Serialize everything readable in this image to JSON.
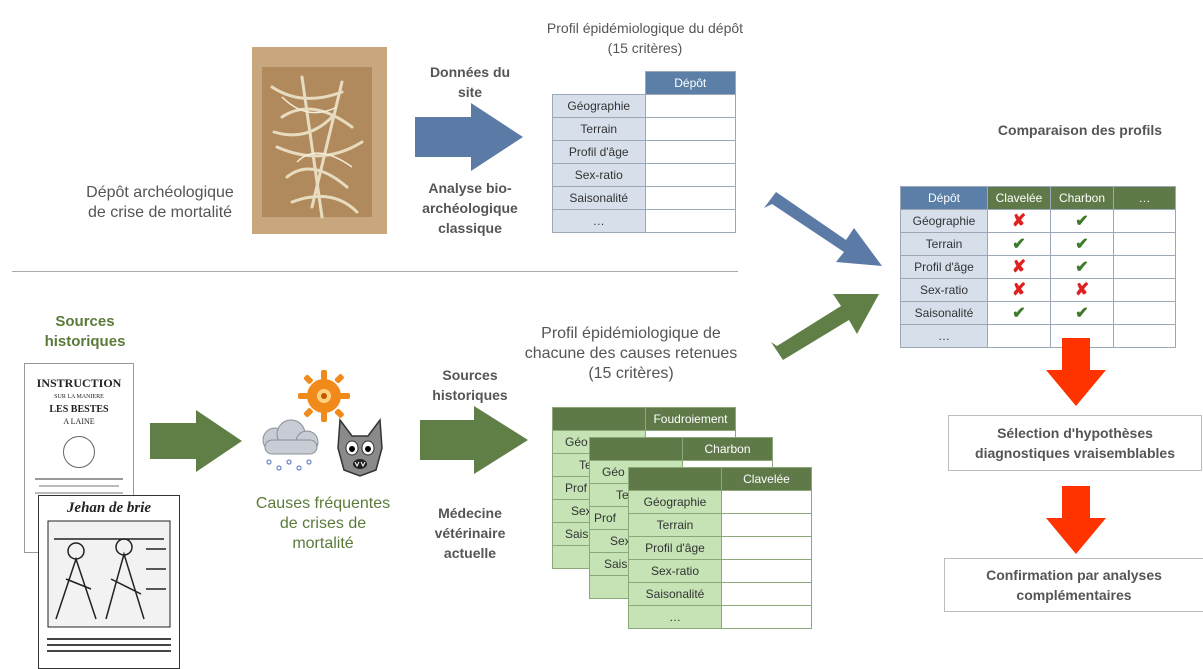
{
  "top": {
    "deposit_caption": "Dépôt archéologique de crise de mortalité",
    "arrow_label_top": "Données du site",
    "arrow_label_bottom": "Analyse bio-archéologique classique",
    "profile_title": "Profil épidémiologique du dépôt (15 critères)",
    "table_header": "Dépôt",
    "rows": [
      "Géographie",
      "Terrain",
      "Profil d'âge",
      "Sex-ratio",
      "Saisonalité",
      "…"
    ]
  },
  "bottom": {
    "sources_label": "Sources historiques",
    "book1_lines": [
      "INSTRUCTION",
      "SUR LA MANIERE",
      "LES BESTES",
      "A LAINE"
    ],
    "book2_title": "Jehan de brie",
    "causes_caption": "Causes fréquentes de crises de mortalité",
    "arrow_label_top": "Sources historiques",
    "arrow_label_bottom": "Médecine vétérinaire actuelle",
    "profile_title": "Profil épidémiologique de chacune des causes retenues (15 critères)",
    "card_titles": [
      "Foudroiement",
      "Charbon",
      "Clavelée"
    ],
    "back_rows": [
      "Géo",
      "Ter",
      "Prof",
      "Sex",
      "Sais"
    ],
    "mid_rows": [
      "Géo",
      "Te",
      "Prof",
      "Sex",
      "Sais"
    ],
    "rows": [
      "Géographie",
      "Terrain",
      "Profil d'âge",
      "Sex-ratio",
      "Saisonalité",
      "…"
    ]
  },
  "comparison": {
    "title": "Comparaison des profils",
    "headers": [
      "Dépôt",
      "Clavelée",
      "Charbon",
      "…"
    ],
    "rows": [
      {
        "label": "Géographie",
        "clavelee": "✘",
        "charbon": "✔"
      },
      {
        "label": "Terrain",
        "clavelee": "✔",
        "charbon": "✔"
      },
      {
        "label": "Profil d'âge",
        "clavelee": "✘",
        "charbon": "✔"
      },
      {
        "label": "Sex-ratio",
        "clavelee": "✘",
        "charbon": "✘"
      },
      {
        "label": "Saisonalité",
        "clavelee": "✔",
        "charbon": "✔"
      },
      {
        "label": "…",
        "clavelee": "",
        "charbon": ""
      }
    ]
  },
  "steps": {
    "selection": "Sélection d'hypothèses diagnostiques vraisemblables",
    "confirmation": "Confirmation par analyses complémentaires"
  },
  "colors": {
    "blue_arrow": "#5b7ba6",
    "green_arrow": "#5f7f46",
    "red_arrow": "#ff3300",
    "header_blue": "#5b7fa6",
    "header_green": "#5f7a48"
  }
}
